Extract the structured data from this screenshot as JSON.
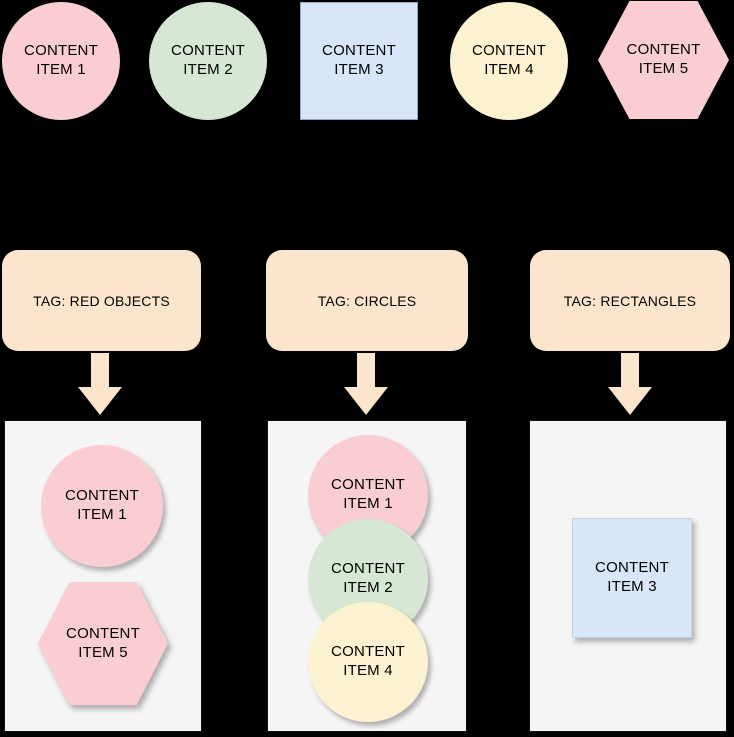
{
  "palette": {
    "background": "#000000",
    "red": "#f9cdd1",
    "green": "#d6e7d3",
    "blue": "#d8e6f9",
    "yellow": "#fdf2cf",
    "tag": "#fce5cd",
    "bin": "#f5f5f5",
    "blue_stroke": "#8ea5c4"
  },
  "source_items": [
    {
      "label": "CONTENT ITEM 1",
      "shape": "circle",
      "fill": "red"
    },
    {
      "label": "CONTENT ITEM 2",
      "shape": "circle",
      "fill": "green"
    },
    {
      "label": "CONTENT ITEM 3",
      "shape": "square",
      "fill": "blue"
    },
    {
      "label": "CONTENT ITEM 4",
      "shape": "circle",
      "fill": "yellow"
    },
    {
      "label": "CONTENT ITEM 5",
      "shape": "hexagon",
      "fill": "red"
    }
  ],
  "groups": [
    {
      "tag_label": "TAG: RED OBJECTS",
      "members": [
        {
          "label": "CONTENT ITEM 1",
          "shape": "circle",
          "fill": "red"
        },
        {
          "label": "CONTENT ITEM 5",
          "shape": "hexagon",
          "fill": "red"
        }
      ]
    },
    {
      "tag_label": "TAG: CIRCLES",
      "members": [
        {
          "label": "CONTENT ITEM 1",
          "shape": "circle",
          "fill": "red"
        },
        {
          "label": "CONTENT ITEM 2",
          "shape": "circle",
          "fill": "green"
        },
        {
          "label": "CONTENT ITEM 4",
          "shape": "circle",
          "fill": "yellow"
        }
      ]
    },
    {
      "tag_label": "TAG: RECTANGLES",
      "members": [
        {
          "label": "CONTENT ITEM 3",
          "shape": "square",
          "fill": "blue"
        }
      ]
    }
  ]
}
